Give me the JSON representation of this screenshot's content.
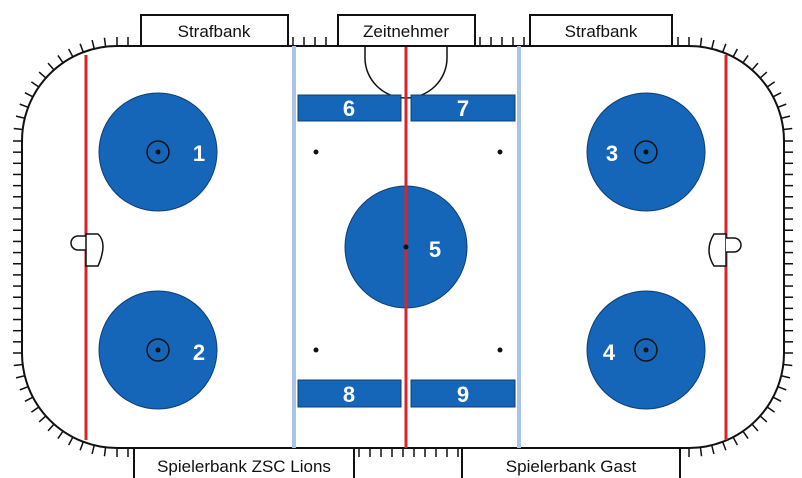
{
  "colors": {
    "zone_fill": "#1565b8",
    "center_red_line": "#d7262b",
    "goal_line": "#d7262b",
    "blue_line": "#a9c4e6",
    "board": "#111111",
    "background": "#ffffff"
  },
  "benches": {
    "penalty_left": "Strafbank",
    "timekeeper": "Zeitnehmer",
    "penalty_right": "Strafbank",
    "home_bench": "Spielerbank ZSC Lions",
    "guest_bench": "Spielerbank Gast"
  },
  "zones": {
    "z1": "1",
    "z2": "2",
    "z3": "3",
    "z4": "4",
    "z5": "5",
    "z6": "6",
    "z7": "7",
    "z8": "8",
    "z9": "9"
  }
}
